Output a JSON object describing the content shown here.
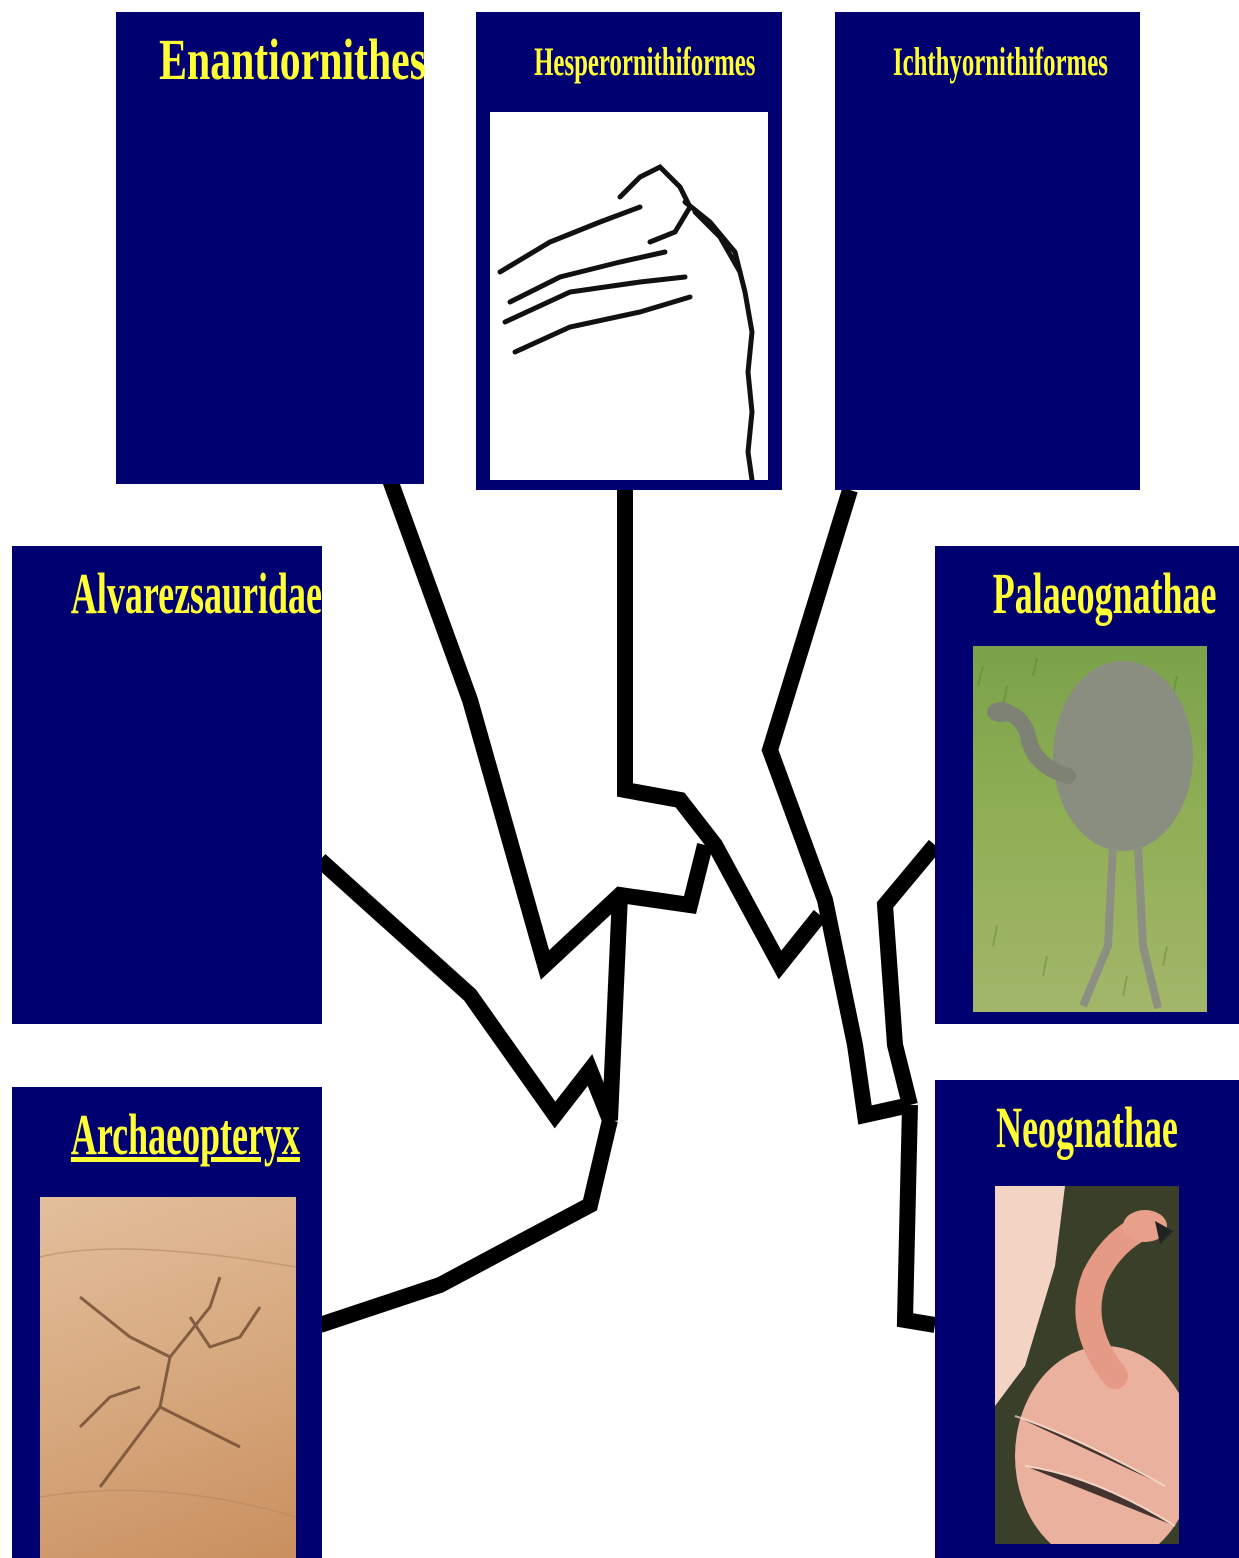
{
  "taxa": {
    "enantiornithes": {
      "label": "Enantiornithes"
    },
    "hesperornithiformes": {
      "label": "Hesperornithiformes",
      "image": "hesperornis-skull-drawing"
    },
    "ichthyornithiformes": {
      "label": "Ichthyornithiformes"
    },
    "alvarezsauridae": {
      "label": "Alvarezsauridae"
    },
    "palaeognathae": {
      "label": "Palaeognathae",
      "image": "rhea-photo"
    },
    "archaeopteryx": {
      "label": "Archaeopteryx",
      "image": "archaeopteryx-fossil-photo",
      "is_link": true
    },
    "neognathae": {
      "label": "Neognathae",
      "image": "flamingo-photo"
    }
  },
  "colors": {
    "panel": "#000070",
    "title": "#ffff33",
    "branch": "#000000",
    "background": "#ffffff"
  }
}
